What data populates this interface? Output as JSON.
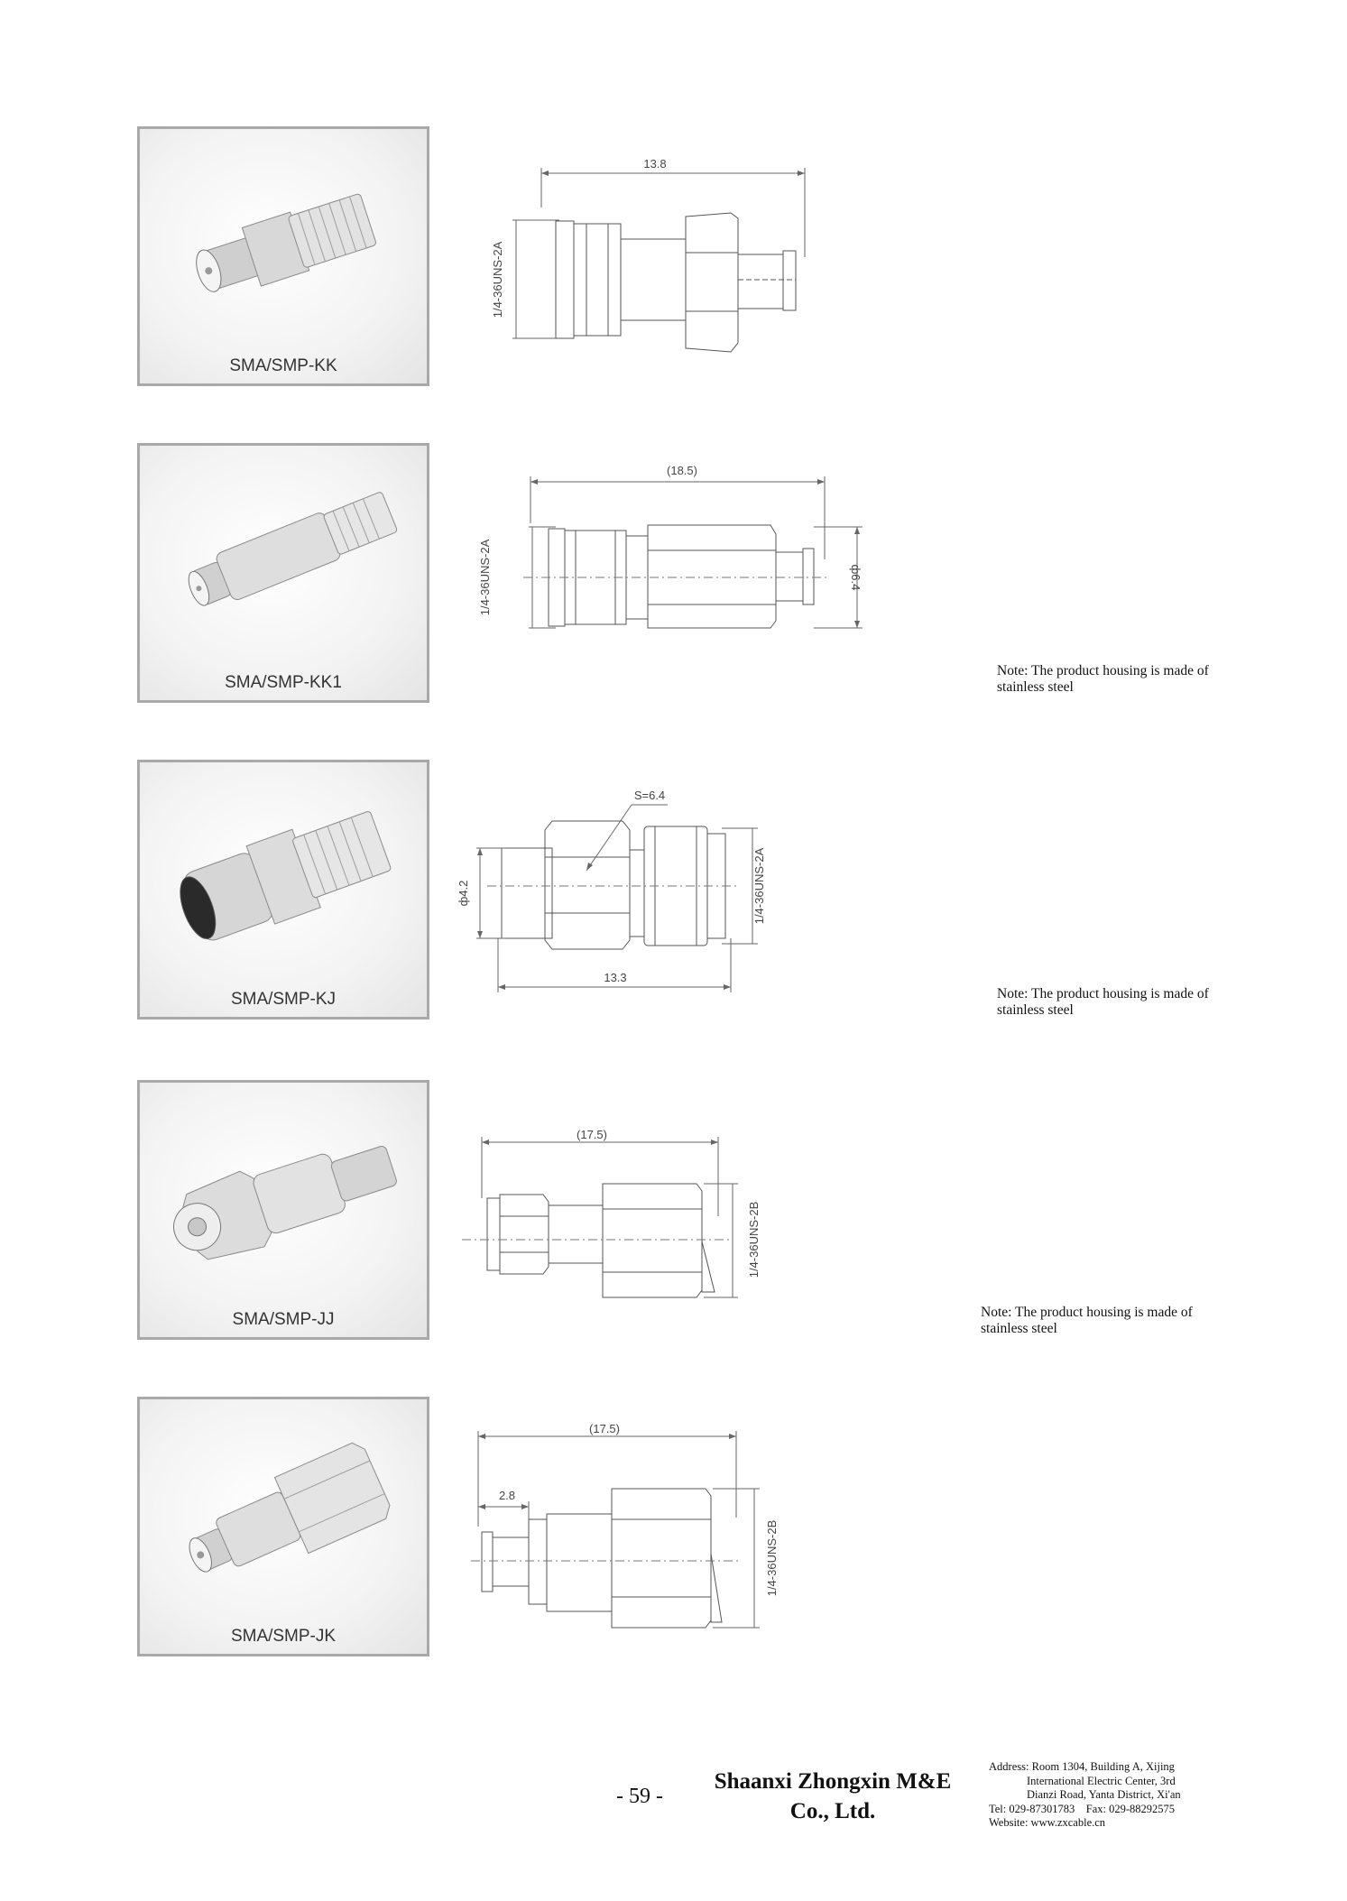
{
  "products": [
    {
      "id": "kk",
      "caption": "SMA/SMP-KK",
      "dims": {
        "length": "13.8",
        "thread": "1/4-36UNS-2A"
      }
    },
    {
      "id": "kk1",
      "caption": "SMA/SMP-KK1",
      "dims": {
        "length": "(18.5)",
        "thread": "1/4-36UNS-2A",
        "diameter": "ф6.4"
      }
    },
    {
      "id": "kj",
      "caption": "SMA/SMP-KJ",
      "dims": {
        "length": "13.3",
        "thread": "1/4-36UNS-2A",
        "diameter": "ф4.2",
        "hex": "S=6.4"
      }
    },
    {
      "id": "jj",
      "caption": "SMA/SMP-JJ",
      "dims": {
        "length": "(17.5)",
        "thread": "1/4-36UNS-2B"
      }
    },
    {
      "id": "jk",
      "caption": "SMA/SMP-JK",
      "dims": {
        "length": "(17.5)",
        "thread": "1/4-36UNS-2B",
        "offset": "2.8"
      }
    }
  ],
  "notes": [
    {
      "line1": "Note: The product housing is made of",
      "line2": "stainless steel"
    },
    {
      "line1": "Note: The product housing is made of",
      "line2": "stainless steel"
    },
    {
      "line1": "Note: The product housing is made of",
      "line2": "stainless steel"
    }
  ],
  "footer": {
    "page_number": "- 59 -",
    "company_line1": "Shaanxi Zhongxin M&E",
    "company_line2": "Co., Ltd.",
    "address": {
      "line1": "Address: Room 1304, Building A, Xijing",
      "line2": "International Electric Center, 3rd",
      "line3": "Dianzi Road, Yanta District, Xi'an",
      "line4": "Tel: 029-87301783    Fax: 029-88292575",
      "line5": "Website: www.zxcable.cn"
    }
  }
}
